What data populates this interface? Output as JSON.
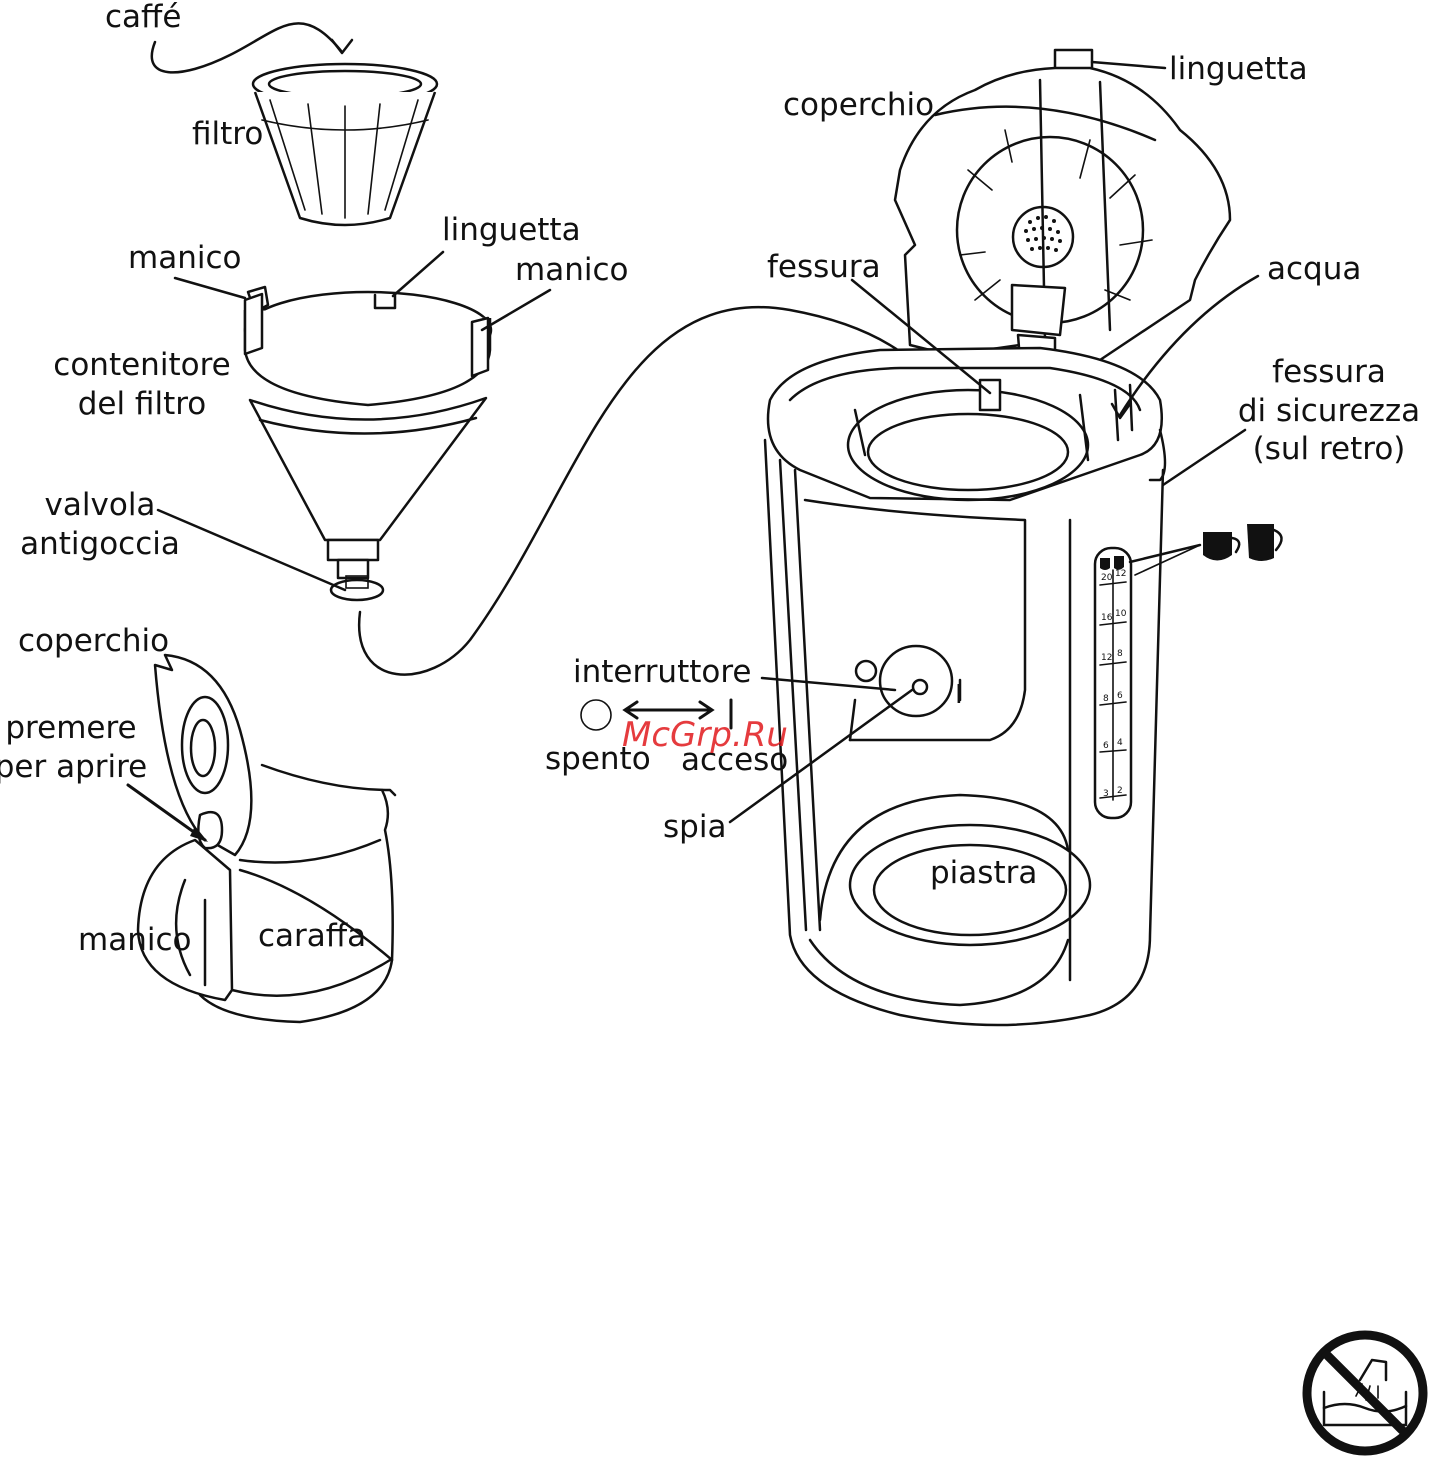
{
  "labels": {
    "caffe": "caffé",
    "filtro": "filtro",
    "linguetta_filter": "linguetta",
    "manico_left": "manico",
    "manico_right": "manico",
    "contenitore": "contenitore",
    "del_filtro": "del filtro",
    "valvola": "valvola",
    "antigoccia": "antigoccia",
    "coperchio_carafe": "coperchio",
    "premere": "premere",
    "per_aprire": "per aprire",
    "manico_carafe": "manico",
    "caraffa": "caraffa",
    "interruttore": "interruttore",
    "spento": "spento",
    "acceso": "acceso",
    "spia": "spia",
    "linguetta_machine": "linguetta",
    "coperchio_machine": "coperchio",
    "fessura": "fessura",
    "acqua": "acqua",
    "fessura_sicurezza_1": "fessura",
    "fessura_sicurezza_2": "di sicurezza",
    "fessura_sicurezza_3": "(sul retro)",
    "piastra": "piastra",
    "switch_on_symbol": "I",
    "watermark": "McGrp.Ru"
  },
  "gauge": {
    "left_ticks": [
      "20",
      "16",
      "12",
      "8",
      "6",
      "3"
    ],
    "right_ticks": [
      "12",
      "10",
      "8",
      "6",
      "4",
      "2"
    ]
  },
  "icons": {
    "cup_small": "cup-icon",
    "cup_large": "mug-icon",
    "no_immersion": "no-water-immersion-icon"
  }
}
